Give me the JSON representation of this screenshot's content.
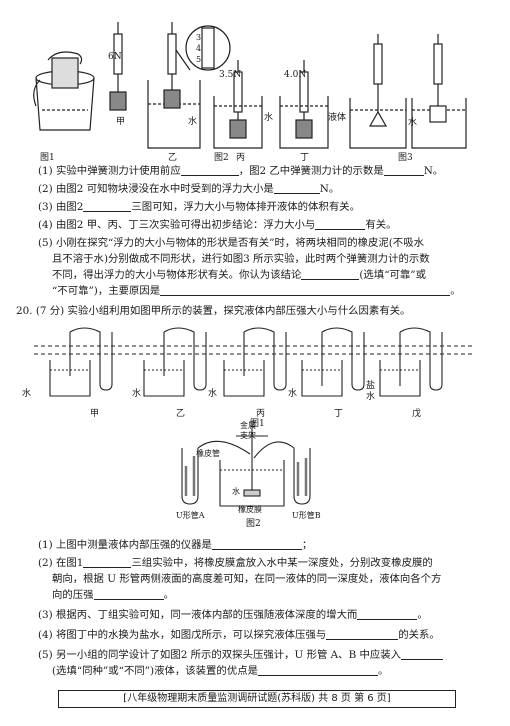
{
  "fig_top": {
    "labels": {
      "jia": "甲",
      "yi": "乙",
      "bing": "丙",
      "ding": "丁",
      "water": "水",
      "water2": "水",
      "liquid": "液体",
      "water3": "水"
    },
    "readings": {
      "jia": "6N",
      "bing": "3.5N",
      "ding": "4.0N"
    },
    "scale_ticks": [
      "3",
      "4",
      "5"
    ],
    "captions": {
      "fig1": "图1",
      "fig2": "图2",
      "fig3": "图3"
    }
  },
  "q19": {
    "p1": {
      "text_a": "(1) 实验中弹簧测力计使用前应",
      "text_b": "，图2 乙中弹簧测力计的示数是",
      "text_c": "N。"
    },
    "p2": {
      "text_a": "(2) 由图2 可知物块浸没在水中时受到的浮力大小是",
      "text_b": "N。"
    },
    "p3": {
      "text_a": "(3) 由图2",
      "text_b": "三图可知，浮力大小与物体排开液体的体积有关。"
    },
    "p4": {
      "text_a": "(4) 由图2 甲、丙、丁三次实验可得出初步结论：浮力大小与",
      "text_b": "有关。"
    },
    "p5": {
      "line1": "(5) 小刚在探究“浮力的大小与物体的形状是否有关”时，将两块相同的橡皮泥(不吸水",
      "line2": "且不溶于水)分别做成不同形状，进行如图3 所示实验，此时两个弹簧测力计的示数",
      "line3_a": "不同，得出浮力的大小与物体形状有关。你认为该结论",
      "line3_b": "(选填“可靠”或",
      "line4_a": "“不可靠”)，主要原因是",
      "line4_b": "。"
    }
  },
  "q20": {
    "intro": "20. (7 分) 实验小组利用如图甲所示的装置，探究液体内部压强大小与什么因素有关。",
    "fig1_labels": {
      "jia": "甲",
      "yi": "乙",
      "bing": "丙",
      "ding": "丁",
      "wu": "戊",
      "water": "水",
      "water_b": "水",
      "water_c": "水",
      "water_d": "水",
      "salt": "盐",
      "salt2": "水"
    },
    "fig1_caption": "图1",
    "fig2_labels": {
      "metal": "金属",
      "stand": "支架",
      "hose": "橡皮管",
      "water": "水",
      "membrane": "橡皮膜",
      "utube_a": "U形管A",
      "utube_b": "U形管B"
    },
    "fig2_caption": "图2",
    "p1": "(1) 上图中测量液体内部压强的仪器是",
    "p1_end": "；",
    "p2_a": "(2) 在图1",
    "p2_b": "三组实验中，将橡皮膜盒放入水中某一深度处，分别改变橡皮膜的",
    "p2_line2": "朝向，根据 U 形管两侧液面的高度差可知，在同一液体的同一深度处，液体向各个方",
    "p2_line3_a": "向的压强",
    "p2_line3_b": "。",
    "p3_a": "(3) 根据丙、丁组实验可知，同一液体内部的压强随液体深度的增大而",
    "p3_b": "。",
    "p4_a": "(4) 将图丁中的水换为盐水，如图戊所示，可以探究液体压强与",
    "p4_b": "的关系。",
    "p5_a": "(5) 另一小组的同学设计了如图2 所示的双探头压强计，U 形管 A、B 中应装入",
    "p5_b": "(选填“同种”或“不同”)液体，该装置的优点是",
    "p5_c": "。"
  },
  "footer": "[八年级物理期末质量监测调研试题(苏科版)   共 8 页   第 6 页]"
}
